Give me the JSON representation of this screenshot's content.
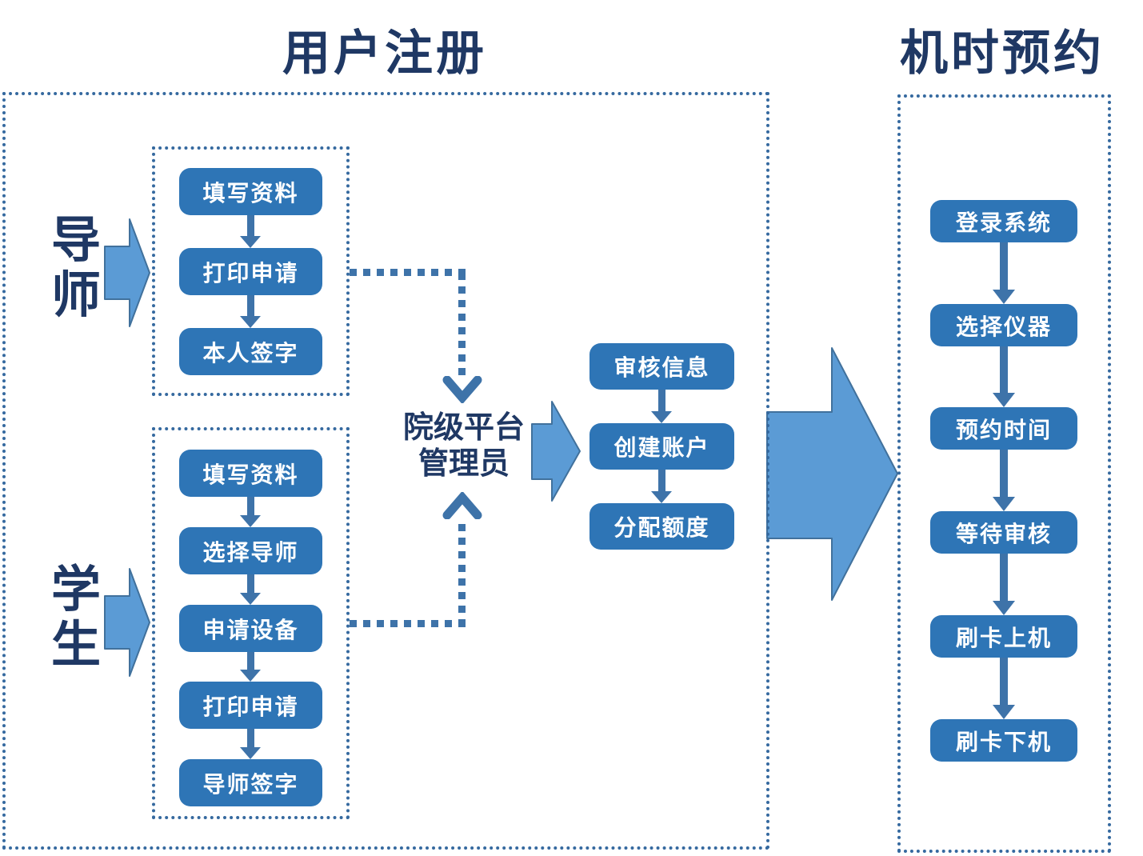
{
  "titles": {
    "left": "用户注册",
    "right": "机时预约"
  },
  "actors": {
    "mentor": "导\n师",
    "student": "学\n生"
  },
  "admin": {
    "label": "院级平台\n管理员"
  },
  "mentor_steps": [
    "填写资料",
    "打印申请",
    "本人签字"
  ],
  "student_steps": [
    "填写资料",
    "选择导师",
    "申请设备",
    "打印申请",
    "导师签字"
  ],
  "admin_steps": [
    "审核信息",
    "创建账户",
    "分配额度"
  ],
  "reservation_steps": [
    "登录系统",
    "选择仪器",
    "预约时间",
    "等待审核",
    "刷卡上机",
    "刷卡下机"
  ],
  "colors": {
    "flow_box": "#2E75B6",
    "connector": "#3E73A9",
    "block_arrow_fill": "#5B9BD5",
    "block_arrow_stroke": "#41719C",
    "heading_text": "#1F3864",
    "dotted_border": "#35699F"
  }
}
